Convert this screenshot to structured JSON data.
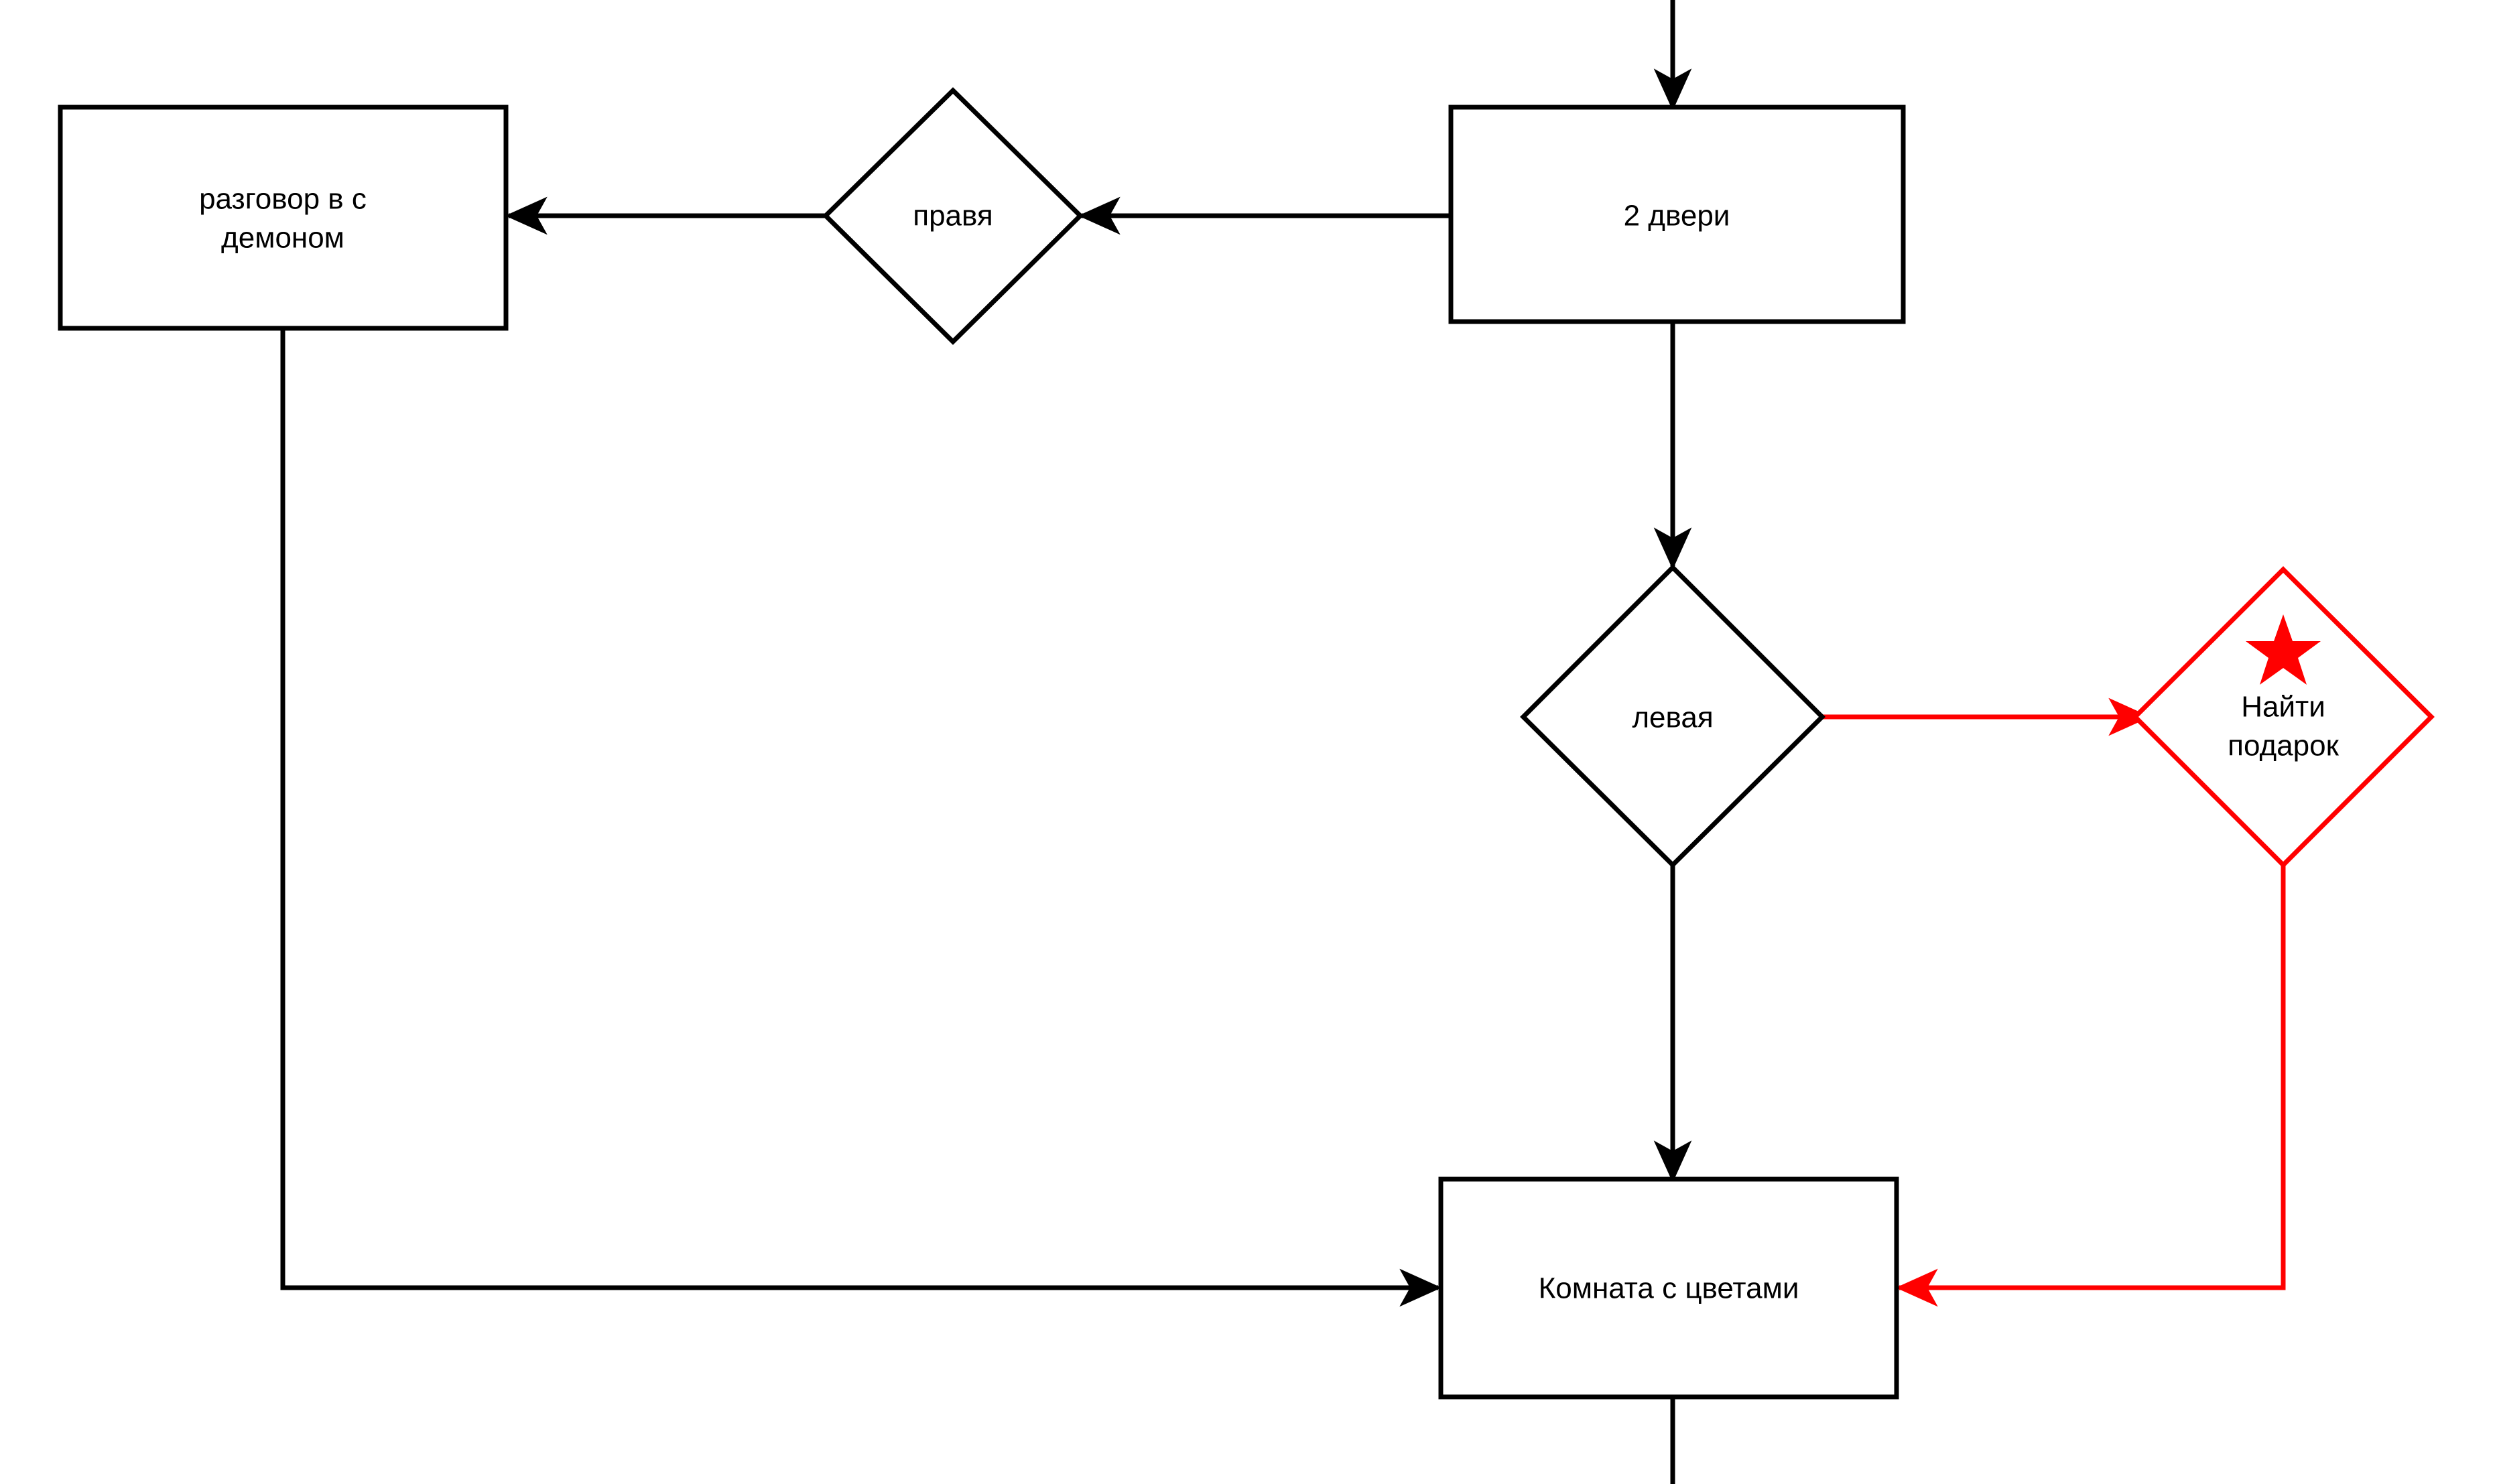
{
  "diagram": {
    "title": "Flowchart",
    "background_color": "#ffffff",
    "default_stroke_color": "#000000",
    "highlight_stroke_color": "#ff0000",
    "label_color": "#000000"
  },
  "nodes": {
    "talk_with_demon": {
      "label_line1": "разговор в с",
      "label_line2": "демоном",
      "shape": "rectangle",
      "color": "#000000"
    },
    "right_door": {
      "label": "правя",
      "shape": "diamond",
      "color": "#000000"
    },
    "two_doors": {
      "label": "2 двери",
      "shape": "rectangle",
      "color": "#000000"
    },
    "left_door": {
      "label": "левая",
      "shape": "diamond",
      "color": "#000000"
    },
    "find_gift": {
      "label_line1": "Найти",
      "label_line2": "подарок",
      "shape": "diamond",
      "color": "#ff0000",
      "icon": "star-icon",
      "icon_color": "#ff0000"
    },
    "flower_room": {
      "label": "Комната с цветами",
      "shape": "rectangle",
      "color": "#000000"
    }
  },
  "edges": [
    {
      "name": "edge-into-two-doors",
      "from": "top-entry",
      "to": "two_doors",
      "color": "#000000",
      "arrow": true
    },
    {
      "name": "edge-two-doors-to-right",
      "from": "two_doors",
      "to": "right_door",
      "color": "#000000",
      "arrow": true
    },
    {
      "name": "edge-right-to-talk",
      "from": "right_door",
      "to": "talk_with_demon",
      "color": "#000000",
      "arrow": true
    },
    {
      "name": "edge-two-doors-to-left",
      "from": "two_doors",
      "to": "left_door",
      "color": "#000000",
      "arrow": true
    },
    {
      "name": "edge-left-to-find-gift",
      "from": "left_door",
      "to": "find_gift",
      "color": "#ff0000",
      "arrow": true
    },
    {
      "name": "edge-left-to-flower-room",
      "from": "left_door",
      "to": "flower_room",
      "color": "#000000",
      "arrow": true
    },
    {
      "name": "edge-talk-to-flower-room",
      "from": "talk_with_demon",
      "to": "flower_room",
      "color": "#000000",
      "arrow": true
    },
    {
      "name": "edge-find-gift-to-flower",
      "from": "find_gift",
      "to": "flower_room",
      "color": "#ff0000",
      "arrow": true
    },
    {
      "name": "edge-flower-room-exit",
      "from": "flower_room",
      "to": "bottom-exit",
      "color": "#000000",
      "arrow": false
    }
  ]
}
